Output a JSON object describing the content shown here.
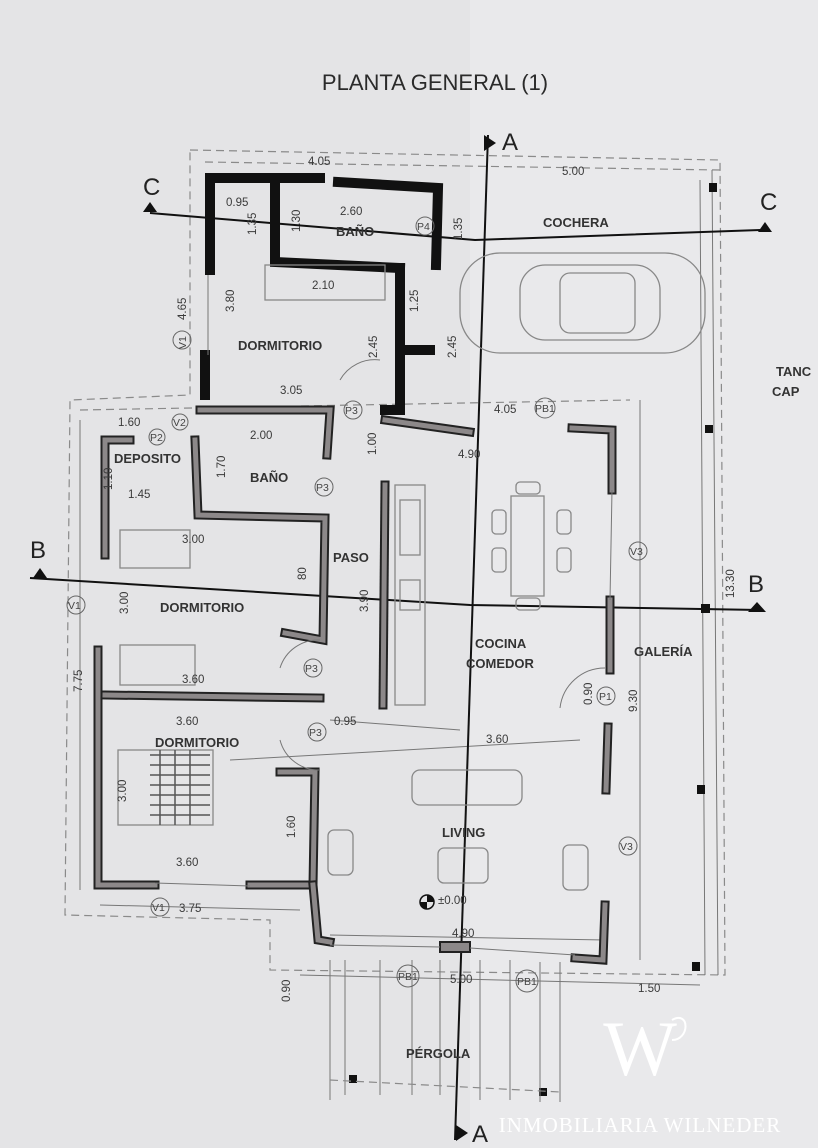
{
  "title": "PLANTA GENERAL (1)",
  "section_marks": {
    "a_top": "A",
    "a_bottom": "A",
    "b_left": "B",
    "b_right": "B",
    "c_left": "C",
    "c_right": "C"
  },
  "rooms": {
    "bano_top": "BAÑO",
    "cochera": "COCHERA",
    "dormitorio_1": "DORMITORIO",
    "deposito": "DEPOSITO",
    "bano_2": "BAÑO",
    "paso": "PASO",
    "dormitorio_2": "DORMITORIO",
    "cocina": "COCINA",
    "comedor": "COMEDOR",
    "galeria": "GALERÍA",
    "dormitorio_3": "DORMITORIO",
    "living": "LIVING",
    "pergola": "PÉRGOLA",
    "tanc": "TANC",
    "cap": "CAP"
  },
  "dimensions": [
    "4.05",
    "5.00",
    "0.95",
    "2.60",
    "1.30",
    "1.35",
    "1.35",
    "3.80",
    "4.65",
    "2.10",
    "1.25",
    "2.45",
    "2.45",
    "3.05",
    "4.05",
    "1.60",
    "2.00",
    "1.00",
    "4.90",
    "1.70",
    "1.10",
    "1.45",
    "3.00",
    "80",
    "3.90",
    "3.00",
    "7.75",
    "13.30",
    "3.60",
    "3.60",
    "0.95",
    "3.60",
    "0.90",
    "9.30",
    "3.00",
    "1.60",
    "3.60",
    "3.75",
    "±0.00",
    "4.90",
    "5.00",
    "0.90",
    "1.50"
  ],
  "tags": [
    "V1",
    "V2",
    "P2",
    "P3",
    "P4",
    "P3",
    "P3",
    "P3",
    "PB1",
    "V3",
    "P1",
    "V3",
    "V1",
    "V1",
    "PB1",
    "PB1"
  ],
  "watermark": {
    "logo": "W",
    "text": "INMOBILIARIA WILNEDER"
  }
}
